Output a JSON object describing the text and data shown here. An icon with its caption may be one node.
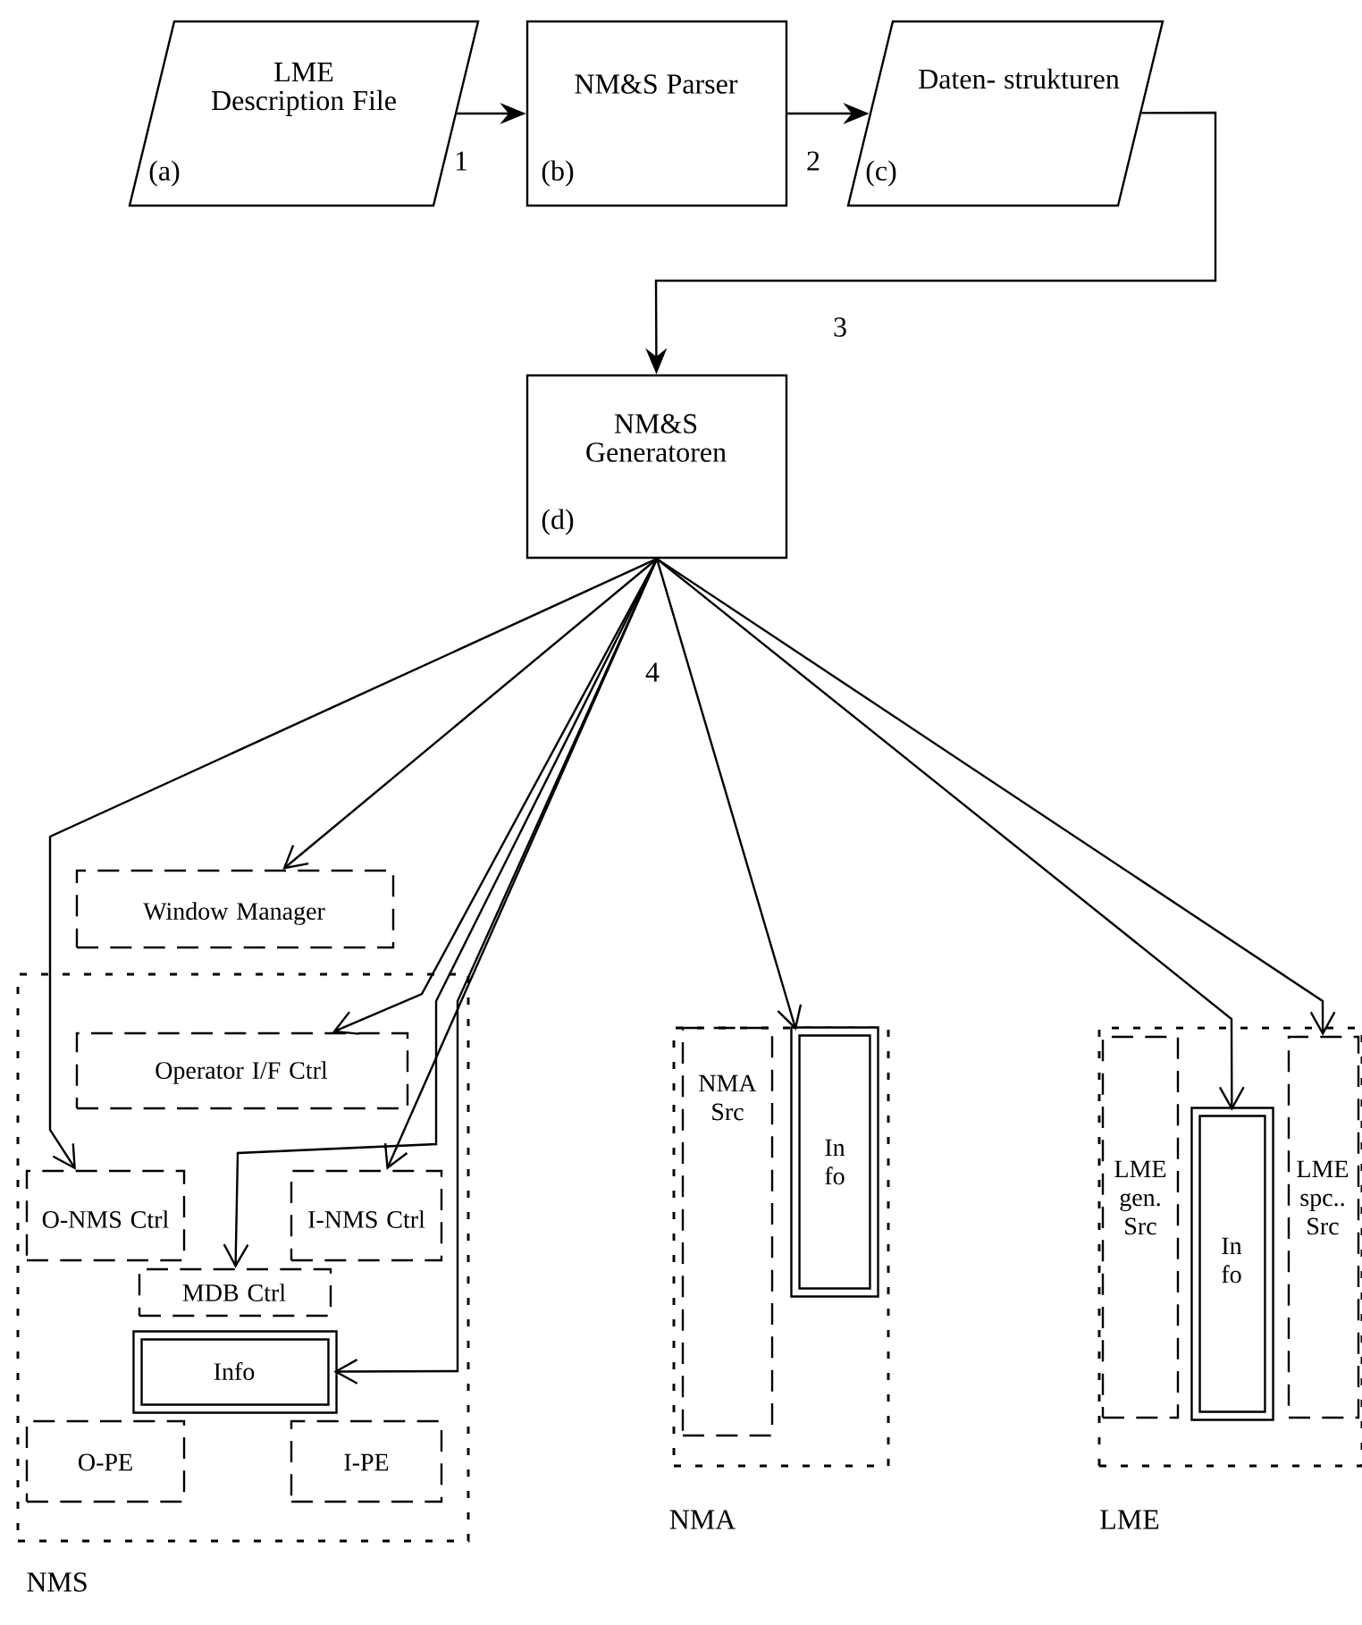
{
  "diagram": {
    "nodes": [
      {
        "text": [
          "LME Description File",
          "(a)"
        ]
      },
      {
        "text": [
          "NM&S Parser",
          "(b)"
        ]
      },
      {
        "text": [
          "Daten- strukturen",
          "(c)"
        ]
      },
      {
        "text": [
          "NM&S Generatoren",
          "(d)"
        ]
      },
      {
        "text": [
          "Window Manager"
        ]
      },
      {
        "text": [
          "NMS"
        ]
      },
      {
        "text": [
          "Operator I/F Ctrl"
        ],
        "in": 5
      },
      {
        "text": [
          "O-NMS Ctrl"
        ],
        "in": 5
      },
      {
        "text": [
          "I-NMS Ctrl"
        ],
        "in": 5
      },
      {
        "text": [
          "MDB Ctrl"
        ],
        "in": 5
      },
      {
        "text": [
          "Info"
        ],
        "in": 5
      },
      {
        "text": [
          "O-PE"
        ],
        "in": 5
      },
      {
        "text": [
          "I-PE"
        ],
        "in": 5
      },
      {
        "text": [
          "NMA"
        ]
      },
      {
        "text": [
          "NMA Src"
        ],
        "in": 13
      },
      {
        "text": [
          "In fo"
        ],
        "in": 13
      },
      {
        "text": [
          "LME"
        ]
      },
      {
        "text": [
          "LME gen. Src"
        ],
        "in": 16
      },
      {
        "text": [
          "In fo"
        ],
        "in": 16
      },
      {
        "text": [
          "LME spc.. Src"
        ],
        "in": 16
      }
    ],
    "edges": [
      {
        "from": 0,
        "to": 1,
        "arrow": "to",
        "label": "1"
      },
      {
        "from": 1,
        "to": 2,
        "arrow": "to",
        "label": "2"
      },
      {
        "from": 2,
        "to": 3,
        "arrow": "to",
        "label": "3"
      },
      {
        "from": 3,
        "to": 4,
        "arrow": "to"
      },
      {
        "from": 3,
        "to": 6,
        "arrow": "to"
      },
      {
        "from": 3,
        "to": 7,
        "arrow": "to"
      },
      {
        "from": 3,
        "to": 9,
        "arrow": "to"
      },
      {
        "from": 3,
        "to": 10,
        "arrow": "to"
      },
      {
        "from": 3,
        "to": 8,
        "arrow": "to"
      },
      {
        "from": 3,
        "to": 15,
        "arrow": "to"
      },
      {
        "from": 3,
        "to": 18,
        "arrow": "to"
      },
      {
        "from": 3,
        "to": 19,
        "arrow": "to"
      }
    ],
    "labels": [
      "4"
    ]
  }
}
